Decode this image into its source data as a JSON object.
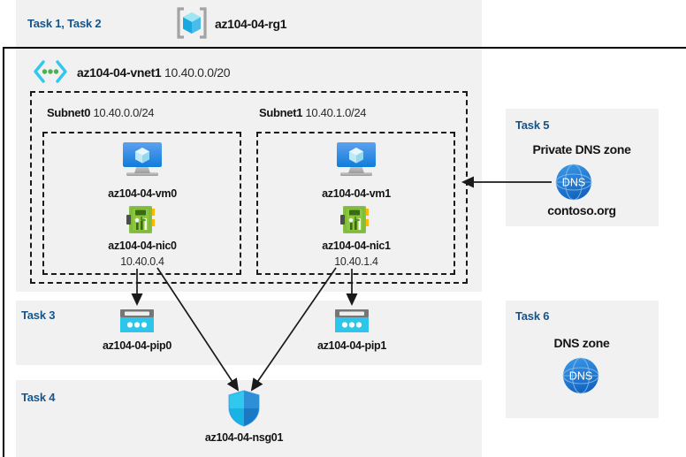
{
  "diagram": {
    "title_bar": {
      "task_label": "Task 1, Task 2",
      "resource_group_name": "az104-04-rg1",
      "resource_group_icon": "resource-group-icon"
    },
    "vnet": {
      "name": "az104-04-vnet1",
      "cidr": "10.40.0.0/20",
      "icon": "virtual-network-icon"
    },
    "subnets": [
      {
        "name": "Subnet0",
        "cidr": "10.40.0.0/24",
        "vm": {
          "name": "az104-04-vm0",
          "icon": "virtual-machine-icon"
        },
        "nic": {
          "name": "az104-04-nic0",
          "ip": "10.40.0.4",
          "icon": "network-interface-icon"
        }
      },
      {
        "name": "Subnet1",
        "cidr": "10.40.1.0/24",
        "vm": {
          "name": "az104-04-vm1",
          "icon": "virtual-machine-icon"
        },
        "nic": {
          "name": "az104-04-nic1",
          "ip": "10.40.1.4",
          "icon": "network-interface-icon"
        }
      }
    ],
    "task3": {
      "task_label": "Task 3",
      "pip0": {
        "name": "az104-04-pip0",
        "icon": "public-ip-address-icon"
      },
      "pip1": {
        "name": "az104-04-pip1",
        "icon": "public-ip-address-icon"
      }
    },
    "task4": {
      "task_label": "Task 4",
      "nsg": {
        "name": "az104-04-nsg01",
        "icon": "network-security-group-icon"
      }
    },
    "task5": {
      "task_label": "Task 5",
      "heading": "Private DNS zone",
      "zone_name": "contoso.org",
      "icon": "dns-zone-icon",
      "icon_text": "DNS"
    },
    "task6": {
      "task_label": "Task 6",
      "heading": "DNS zone",
      "icon": "dns-zone-icon",
      "icon_text": "DNS"
    },
    "colors": {
      "panel_background": "#f1f1f1",
      "task_label_text": "#17548a",
      "page_background": "#ffffff",
      "border": "#000000",
      "vm_icon": "#2f9ced",
      "nic_icon": "#7fba42",
      "pip_icon": "#32c8ed",
      "nsg_icon": "#1b93eb",
      "dns_icon": "#1b93eb",
      "arrow": "#1a1a1a"
    }
  }
}
